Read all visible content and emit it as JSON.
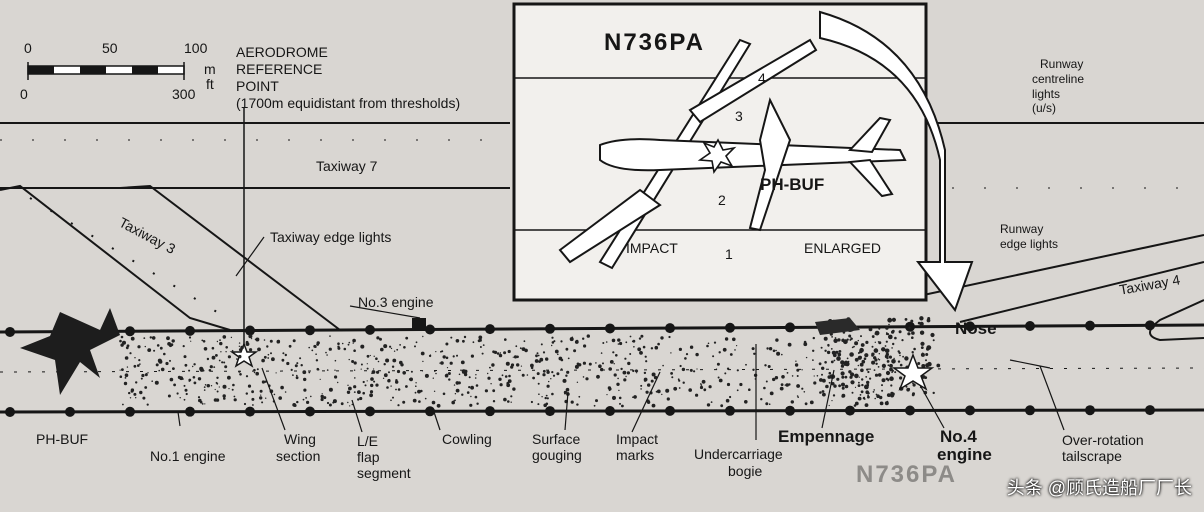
{
  "scale": {
    "m_ticks": [
      "0",
      "50",
      "100"
    ],
    "m_unit": "m",
    "ft_ticks": [
      "0",
      "300"
    ],
    "ft_unit": "ft"
  },
  "reference_point": {
    "line1": "AERODROME",
    "line2": "REFERENCE",
    "line3": "POINT",
    "line4": "(1700m equidistant from thresholds)"
  },
  "inset": {
    "registration_top": "N736PA",
    "registration_center": "PH-BUF",
    "numbers": [
      "1",
      "2",
      "3",
      "4"
    ],
    "impact_label": "IMPACT",
    "enlarged_label": "ENLARGED"
  },
  "runway_labels": {
    "centreline_1": "Runway",
    "centreline_2": "centreline",
    "centreline_3": "lights",
    "centreline_4": "(u/s)",
    "edge_1": "Runway",
    "edge_2": "edge lights"
  },
  "taxiways": {
    "taxiway7": "Taxiway 7",
    "taxiway3": "Taxiway 3",
    "taxiway4": "Taxiway 4",
    "edge_lights": "Taxiway edge lights"
  },
  "labels": {
    "ph_buf": "PH-BUF",
    "no1_engine": "No.1 engine",
    "wing_section_1": "Wing",
    "wing_section_2": "section",
    "le_flap_1": "L/E",
    "le_flap_2": "flap",
    "le_flap_3": "segment",
    "cowling": "Cowling",
    "surface_1": "Surface",
    "surface_2": "gouging",
    "impact_1": "Impact",
    "impact_2": "marks",
    "undercarriage_1": "Undercarriage",
    "undercarriage_2": "bogie",
    "empennage": "Empennage",
    "no4_1": "No.4",
    "no4_2": "engine",
    "overrot_1": "Over-rotation",
    "overrot_2": "tailscrape",
    "no3_engine": "No.3 engine",
    "nose": "Nose",
    "n736pa_bottom": "N736PA"
  },
  "watermark": "头条 @顾氏造船厂厂长",
  "colors": {
    "paper": "#d9d6d2",
    "ink": "#161616",
    "inset_bg": "#f2f0ed"
  }
}
